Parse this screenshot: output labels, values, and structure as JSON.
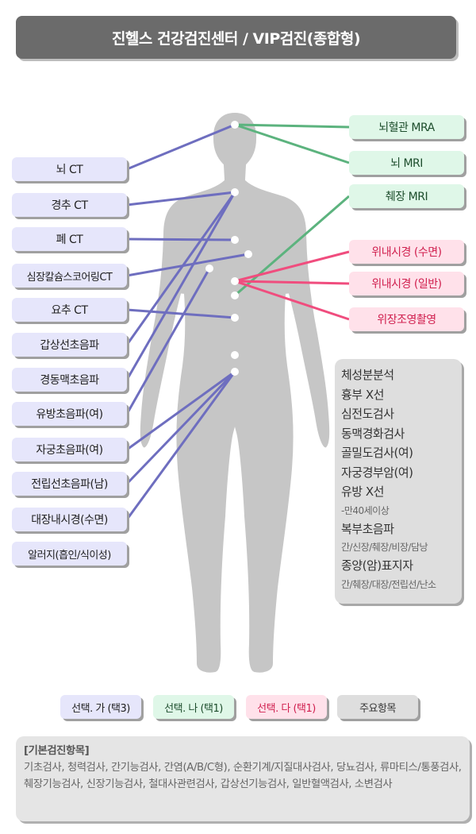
{
  "header": {
    "title": "진헬스 건강검진센터 / VIP검진(종합형)"
  },
  "left_items": [
    "뇌 CT",
    "경추 CT",
    "폐 CT",
    "심장칼슘스코어링CT",
    "요추 CT",
    "갑상선초음파",
    "경동맥초음파",
    "유방초음파(여)",
    "자궁초음파(여)",
    "전립선초음파(남)",
    "대장내시경(수면)",
    "알러지(흡인/식이성)"
  ],
  "right_green": [
    "뇌혈관 MRA",
    "뇌 MRI",
    "췌장 MRI"
  ],
  "right_pink": [
    "위내시경 (수면)",
    "위내시경 (일반)",
    "위장조영촬영"
  ],
  "key_items": [
    {
      "t": "체성분분석"
    },
    {
      "t": "흉부 X선"
    },
    {
      "t": "심전도검사"
    },
    {
      "t": "동맥경화검사"
    },
    {
      "t": "골밀도검사(여)"
    },
    {
      "t": "자궁경부암(여)"
    },
    {
      "t": "유방 X선"
    },
    {
      "t": "-만40세이상",
      "s": true
    },
    {
      "t": "복부초음파"
    },
    {
      "t": "간/신장/췌장/비장/담낭",
      "s": true
    },
    {
      "t": "종양(암)표지자"
    },
    {
      "t": "간/췌장/대장/전립선/난소",
      "s": true
    }
  ],
  "legend": [
    "선택. 가 (택3)",
    "선택. 나 (택1)",
    "선택. 다 (택1)",
    "주요항목"
  ],
  "basic": {
    "heading": "[기본검진항목]",
    "text": "기초검사, 청력검사, 간기능검사, 간염(A/B/C형), 순환기계/지질대사검사, 당뇨검사, 류마티스/통풍검사, 췌장기능검사, 신장기능검사, 철대사관련검사, 갑상선기능검사, 일반혈액검사, 소변검사"
  },
  "colors": {
    "purple": "#6e6ebf",
    "green": "#5cb37e",
    "pink": "#f04d7e",
    "body": "#c6c6c6"
  }
}
